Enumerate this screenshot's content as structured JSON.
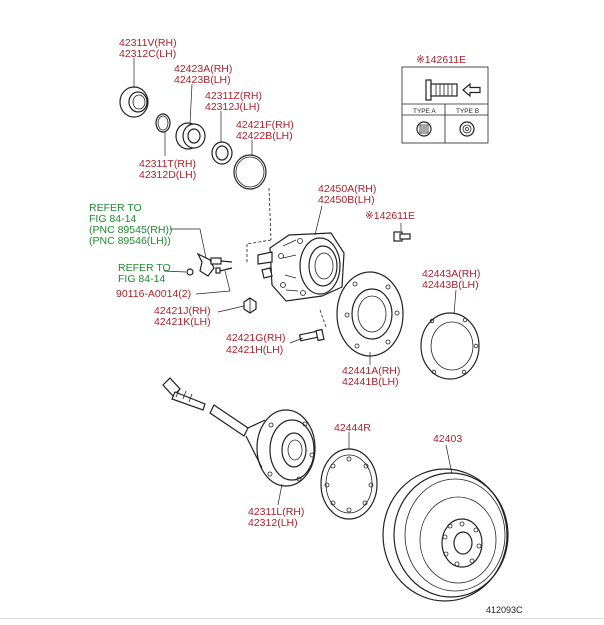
{
  "labels": {
    "p42311V": "42311V(RH)",
    "p42312C": "42312C(LH)",
    "p42423A": "42423A(RH)",
    "p42423B": "42423B(LH)",
    "p42311Z": "42311Z(RH)",
    "p42312J": "42312J(LH)",
    "p42421F": "42421F(RH)",
    "p42422B": "42422B(LH)",
    "p42311T": "42311T(RH)",
    "p42312D": "42312D(LH)",
    "p42450A": "42450A(RH)",
    "p42450B": "42450B(LH)",
    "p42611E_mid": "※142611E",
    "p42611E_box": "※142611E",
    "refer1_l1": "REFER TO",
    "refer1_l2": "FIG 84-14",
    "refer1_l3": "(PNC 89545(RH))",
    "refer1_l4": "(PNC 89546(LH))",
    "refer2_l1": "REFER TO",
    "refer2_l2": "FIG 84-14",
    "p90116": "90116-A0014(2)",
    "p42443A": "42443A(RH)",
    "p42443B": "42443B(LH)",
    "p42421J": "42421J(RH)",
    "p42421K": "42421K(LH)",
    "p42421G": "42421G(RH)",
    "p42421H": "42421H(LH)",
    "p42441A": "42441A(RH)",
    "p42441B": "42441B(LH)",
    "p42444R": "42444R",
    "p42403": "42403",
    "p42311L": "42311L(RH)",
    "p42312": "42312(LH)",
    "type_a": "TYPE A",
    "type_b": "TYPE B",
    "figure_code": "412093C"
  },
  "colors": {
    "part_number": "#b0202a",
    "reference": "#1e8a2e",
    "linework": "#222222"
  }
}
